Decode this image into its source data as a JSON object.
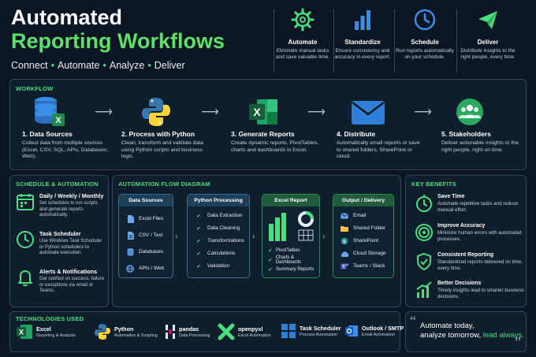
{
  "header": {
    "title_line1": "Automated",
    "title_line2": "Reporting Workflows",
    "tagline": [
      "Connect",
      "Automate",
      "Analyze",
      "Deliver"
    ],
    "features": [
      {
        "icon": "gear-icon",
        "title": "Automate",
        "desc": "Eliminate manual tasks and save valuable time."
      },
      {
        "icon": "bar-chart-icon",
        "title": "Standardize",
        "desc": "Ensure consistency and accuracy in every report."
      },
      {
        "icon": "clock-icon",
        "title": "Schedule",
        "desc": "Run reports automatically on your schedule."
      },
      {
        "icon": "paper-plane-icon",
        "title": "Deliver",
        "desc": "Distribute insights to the right people, every time."
      }
    ]
  },
  "workflow": {
    "title": "WORKFLOW",
    "steps": [
      {
        "title": "1. Data Sources",
        "desc": "Collect data from multiple sources (Excel, CSV, SQL, APIs, Databases, Web)."
      },
      {
        "title": "2. Process with Python",
        "desc": "Clean, transform and validate data using Python scripts and business logic."
      },
      {
        "title": "3. Generate Reports",
        "desc": "Create dynamic reports, PivotTables, charts and dashboards in Excel."
      },
      {
        "title": "4. Distribute",
        "desc": "Automatically email reports or save to shared folders, SharePoint or cloud."
      },
      {
        "title": "5. Stakeholders",
        "desc": "Deliver actionable insights to the right people, right on time."
      }
    ]
  },
  "schedule": {
    "title": "SCHEDULE & AUTOMATION",
    "items": [
      {
        "title": "Daily / Weekly / Monthly",
        "desc": "Set schedules to run scripts and generate reports automatically."
      },
      {
        "title": "Task Scheduler",
        "desc": "Use Windows Task Scheduler or Python schedulers to automate execution."
      },
      {
        "title": "Alerts & Notifications",
        "desc": "Get notified on success, failure or exceptions via email or Teams."
      }
    ]
  },
  "flow": {
    "title": "AUTOMATION FLOW DIAGRAM",
    "data_sources": {
      "title": "Data Sources",
      "items": [
        "Excel Files",
        "CSV / Text",
        "Databases",
        "APIs / Web"
      ]
    },
    "python": {
      "title": "Python Processing",
      "items": [
        "Data Extraction",
        "Data Cleaning",
        "Transformations",
        "Calculations",
        "Validation"
      ]
    },
    "excel": {
      "title": "Excel Report",
      "items": [
        "PivotTables",
        "Charts & Dashboards",
        "Summary Reports"
      ]
    },
    "output": {
      "title": "Output / Delivery",
      "items": [
        "Email",
        "Shared Folder",
        "SharePoint",
        "Cloud Storage",
        "Teams / Slack"
      ]
    }
  },
  "benefits": {
    "title": "KEY BENEFITS",
    "items": [
      {
        "title": "Save Time",
        "desc": "Automate repetitive tasks and reduce manual effort."
      },
      {
        "title": "Improve Accuracy",
        "desc": "Minimize human errors with automated processes."
      },
      {
        "title": "Consistent Reporting",
        "desc": "Standardized reports delivered on time, every time."
      },
      {
        "title": "Better Decisions",
        "desc": "Timely insights lead to smarter business decisions."
      }
    ]
  },
  "technologies": {
    "title": "TECHNOLOGIES USED",
    "items": [
      {
        "name": "Excel",
        "sub": "Reporting & Analysis"
      },
      {
        "name": "Python",
        "sub": "Automation & Scripting"
      },
      {
        "name": "pandas",
        "sub": "Data Processing"
      },
      {
        "name": "openpyxl",
        "sub": "Excel Automation"
      },
      {
        "name": "Task Scheduler",
        "sub": "Process Automation"
      },
      {
        "name": "Outlook / SMTP",
        "sub": "Email Automation"
      }
    ]
  },
  "quote": {
    "line1": "Automate today,",
    "line2_a": "analyze tomorrow, ",
    "line2_b": "lead always."
  },
  "colors": {
    "accent": "#4ade80",
    "background": "#0b1622",
    "panel_border": "#2b4a5e",
    "excel_green": "#1f8a4c",
    "python_blue": "#3776ab"
  }
}
